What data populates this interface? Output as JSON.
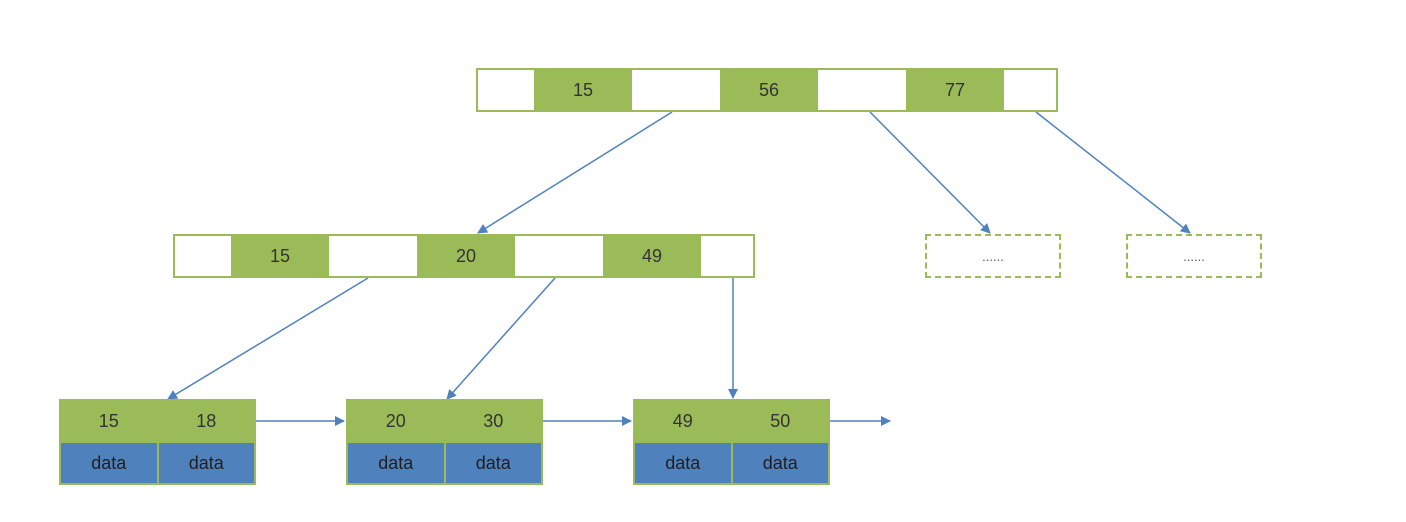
{
  "colors": {
    "key_fill": "#9bbb59",
    "border": "#9bbb59",
    "data_fill": "#4f81bd",
    "arrow": "#4f81bd"
  },
  "root": {
    "keys": [
      "15",
      "56",
      "77"
    ]
  },
  "internal": {
    "keys": [
      "15",
      "20",
      "49"
    ]
  },
  "placeholders": [
    "......",
    "......"
  ],
  "leaves": [
    {
      "keys": [
        "15",
        "18"
      ],
      "data": [
        "data",
        "data"
      ]
    },
    {
      "keys": [
        "20",
        "30"
      ],
      "data": [
        "data",
        "data"
      ]
    },
    {
      "keys": [
        "49",
        "50"
      ],
      "data": [
        "data",
        "data"
      ]
    }
  ]
}
